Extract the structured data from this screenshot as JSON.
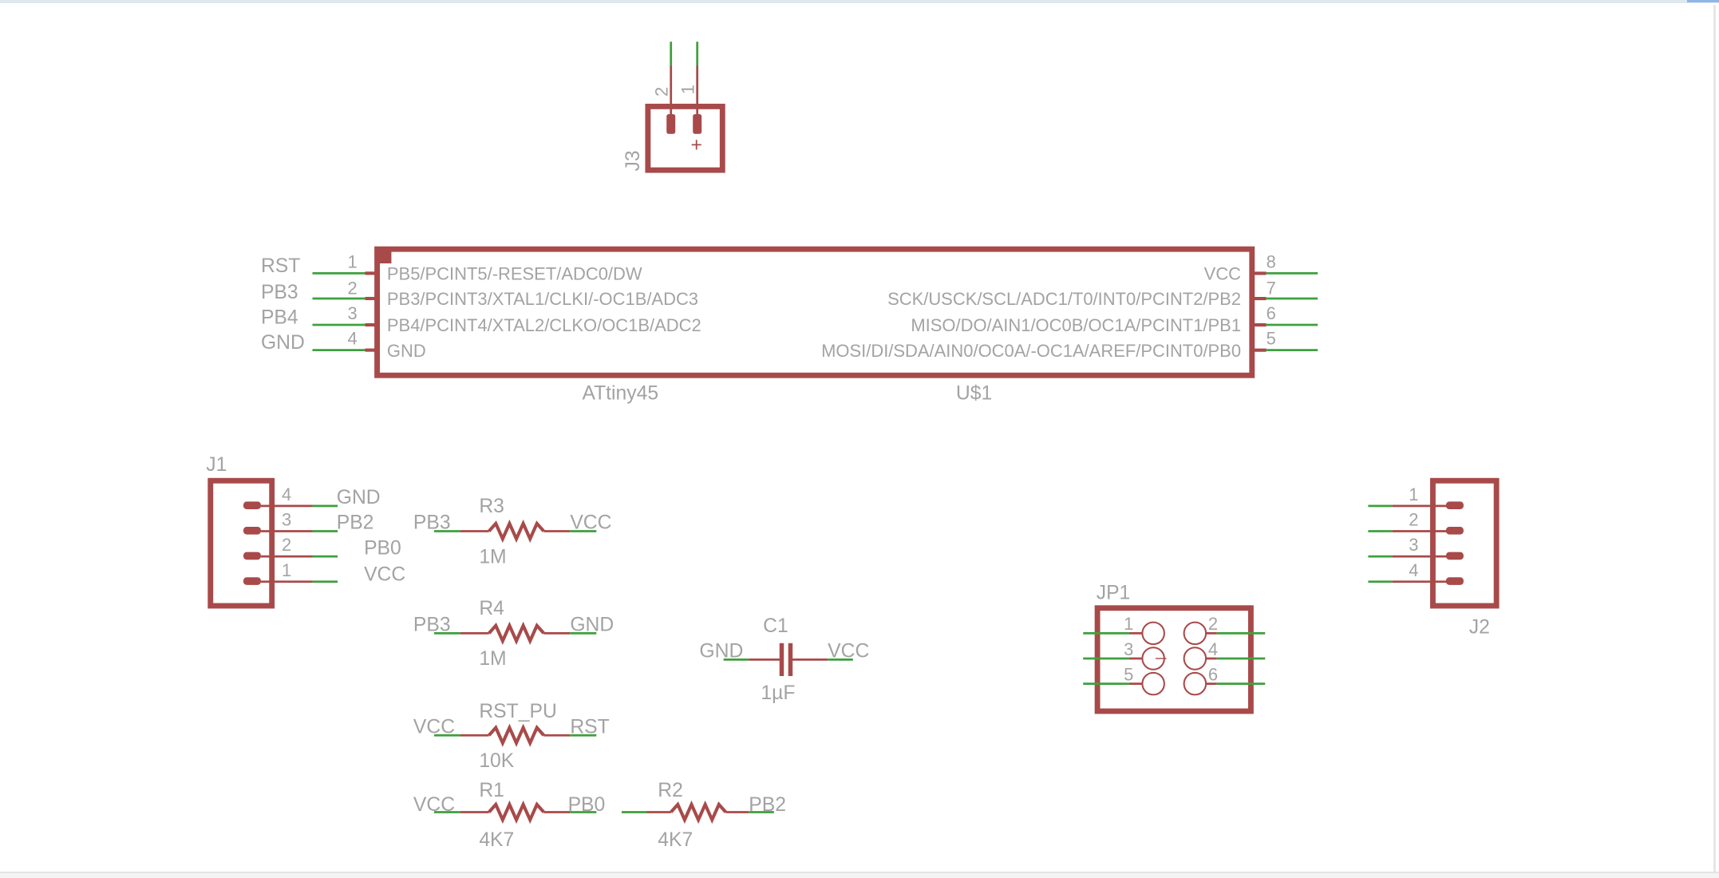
{
  "j3": {
    "name": "J3",
    "pins": [
      "2",
      "1"
    ],
    "plus": "+"
  },
  "u1": {
    "name": "U$1",
    "value": "ATtiny45",
    "left_pins": [
      {
        "num": "1",
        "func": "PB5/PCINT5/-RESET/ADC0/DW",
        "net": "RST"
      },
      {
        "num": "2",
        "func": "PB3/PCINT3/XTAL1/CLKI/-OC1B/ADC3",
        "net": "PB3"
      },
      {
        "num": "3",
        "func": "PB4/PCINT4/XTAL2/CLKO/OC1B/ADC2",
        "net": "PB4"
      },
      {
        "num": "4",
        "func": "GND",
        "net": "GND"
      }
    ],
    "right_pins": [
      {
        "num": "8",
        "func": "VCC"
      },
      {
        "num": "7",
        "func": "SCK/USCK/SCL/ADC1/T0/INT0/PCINT2/PB2"
      },
      {
        "num": "6",
        "func": "MISO/DO/AIN1/OC0B/OC1A/PCINT1/PB1"
      },
      {
        "num": "5",
        "func": "MOSI/DI/SDA/AIN0/OC0A/-OC1A/AREF/PCINT0/PB0"
      }
    ]
  },
  "j1": {
    "name": "J1",
    "pins": [
      {
        "num": "4",
        "net": "GND"
      },
      {
        "num": "3",
        "net": "PB2"
      },
      {
        "num": "2",
        "net": "PB0"
      },
      {
        "num": "1",
        "net": "VCC"
      }
    ]
  },
  "r3": {
    "name": "R3",
    "value": "1M",
    "left": "PB3",
    "right": "VCC"
  },
  "r4": {
    "name": "R4",
    "value": "1M",
    "left": "PB3",
    "right": "GND"
  },
  "rst_pu": {
    "name": "RST_PU",
    "value": "10K",
    "left": "VCC",
    "right": "RST"
  },
  "r1": {
    "name": "R1",
    "value": "4K7",
    "left": "VCC",
    "right": "PB0"
  },
  "r2": {
    "name": "R2",
    "value": "4K7",
    "right": "PB2"
  },
  "c1": {
    "name": "C1",
    "value": "1µF",
    "left": "GND",
    "right": "VCC"
  },
  "jp1": {
    "name": "JP1",
    "pins": [
      "1",
      "2",
      "3",
      "4",
      "5",
      "6"
    ]
  },
  "j2": {
    "name": "J2",
    "pins": [
      "1",
      "2",
      "3",
      "4"
    ]
  },
  "colors": {
    "part": "#a84a4a",
    "wire": "#3da03d",
    "text": "#a3a3a3"
  }
}
